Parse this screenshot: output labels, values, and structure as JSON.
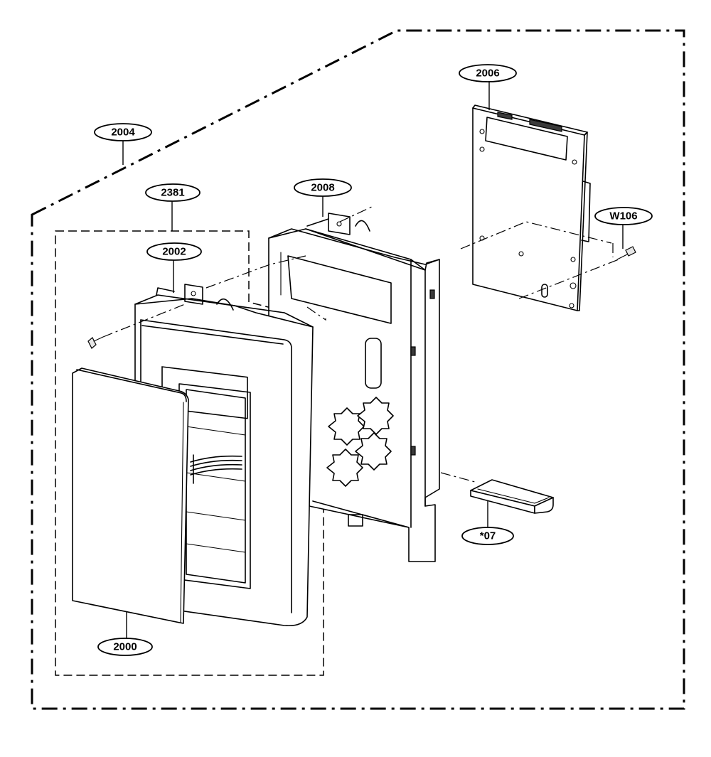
{
  "labels": {
    "frame": "2004",
    "door_group": "2381",
    "door_frame": "2002",
    "front_cover": "2000",
    "bracket": "2008",
    "pcb": "2006",
    "screw": "W106",
    "knob": "*07"
  }
}
